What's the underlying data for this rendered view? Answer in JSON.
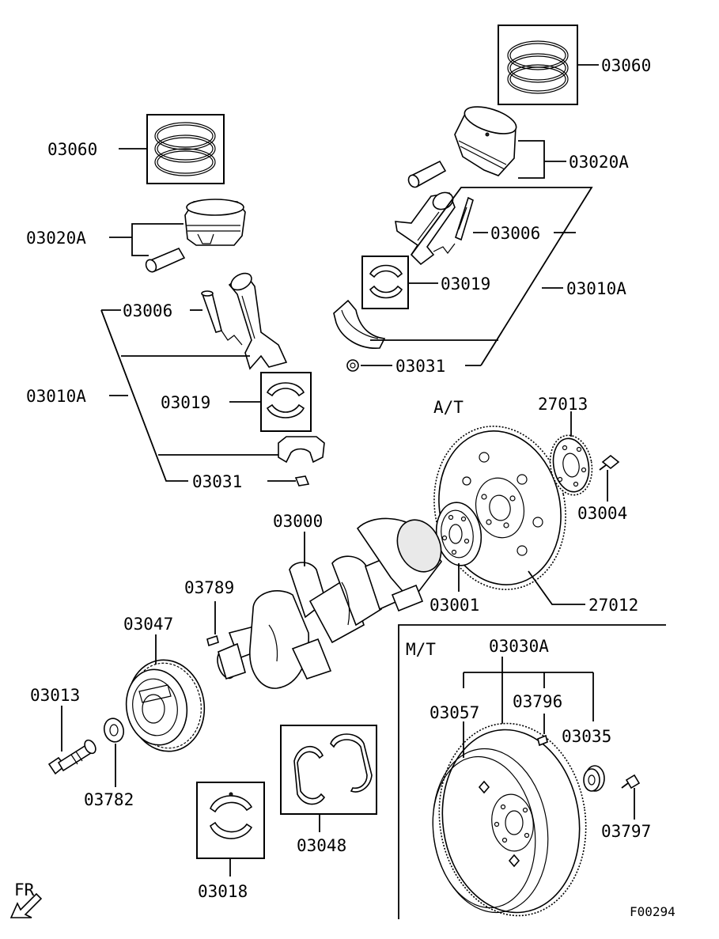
{
  "labels": {
    "rings_top": "03060",
    "rings_left": "03060",
    "piston_top": "03020A",
    "piston_left": "03020A",
    "bolt_top": "03006",
    "bolt_left": "03006",
    "rod_top": "03010A",
    "rod_left": "03010A",
    "bearing_top": "03019",
    "bearing_left": "03019",
    "nut_top": "03031",
    "nut_left": "03031",
    "crankshaft": "03000",
    "key": "03789",
    "pulley": "03047",
    "pulley_bolt": "03013",
    "washer": "03782",
    "thrust_bearing": "03048",
    "main_bearing": "03018",
    "adapter": "03001",
    "drive_plate": "27012",
    "drive_plate_adapter": "27013",
    "drive_plate_bolt": "03004",
    "flywheel_assy": "03030A",
    "flywheel": "03057",
    "pin": "03796",
    "pilot_bearing": "03035",
    "flywheel_bolt": "03797"
  },
  "sections": {
    "at": "A/T",
    "mt": "M/T"
  },
  "direction": "FR",
  "figure_id": "F00294"
}
